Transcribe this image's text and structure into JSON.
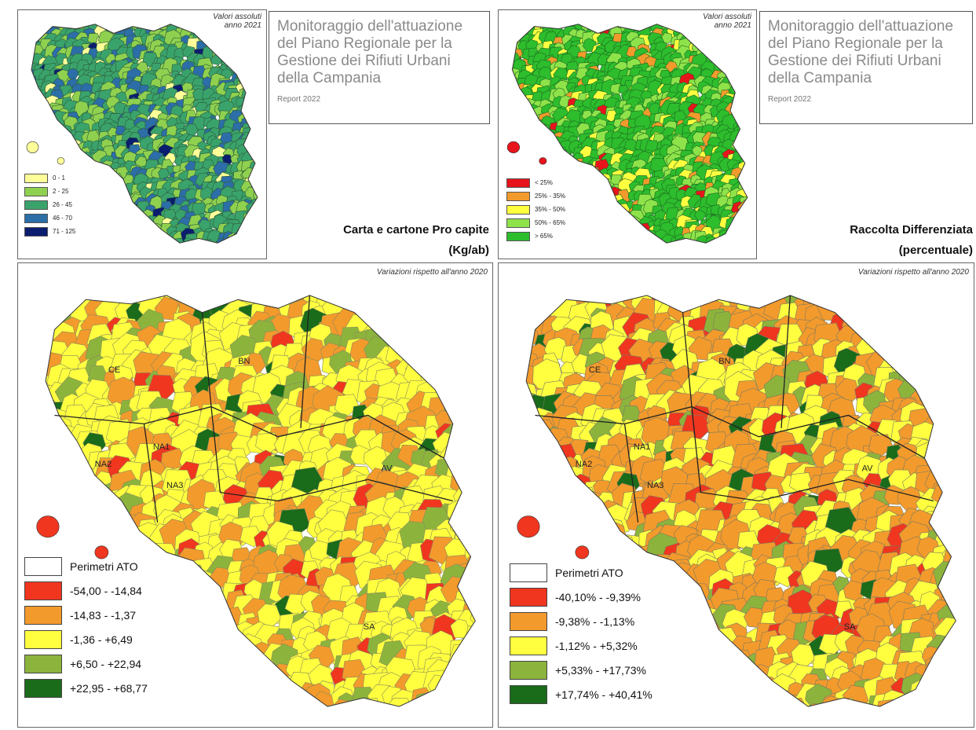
{
  "left": {
    "small_map": {
      "note": "Valori assoluti\nanno 2021",
      "legend": [
        {
          "label": "0 - 1",
          "color": "#ffff99"
        },
        {
          "label": "2 - 25",
          "color": "#8fd14f"
        },
        {
          "label": "26 - 45",
          "color": "#3aa36c"
        },
        {
          "label": "46 - 70",
          "color": "#2c6ea8"
        },
        {
          "label": "71 - 125",
          "color": "#0b1d6e"
        }
      ],
      "colors": [
        "#3aa36c",
        "#8fd14f",
        "#3aa36c",
        "#2c6ea8",
        "#3aa36c",
        "#ffff99",
        "#8fd14f",
        "#3aa36c"
      ]
    },
    "title_box": {
      "title": "Monitoraggio dell'attuazione\ndel Piano Regionale per la\nGestione dei Rifiuti Urbani\ndella Campania",
      "report": "Report 2022"
    },
    "map_title": {
      "line1": "Carta e cartone Pro capite",
      "line2": "(Kg/ab)"
    },
    "big_map": {
      "note": "Variazioni rispetto all'anno 2020",
      "ato_labels": [
        "CE",
        "BN",
        "AV",
        "NA1",
        "NA2",
        "NA3",
        "SA",
        "AV"
      ],
      "legend": [
        {
          "label": "Perimetri ATO",
          "color": "#ffffff"
        },
        {
          "label": "-54,00 - -14,84",
          "color": "#f0361f"
        },
        {
          "label": "-14,83 - -1,37",
          "color": "#f39a2c"
        },
        {
          "label": "-1,36 - +6,49",
          "color": "#ffff40"
        },
        {
          "label": "+6,50 - +22,94",
          "color": "#8cb43c"
        },
        {
          "label": "+22,95 - +68,77",
          "color": "#1a6b1a"
        }
      ]
    }
  },
  "right": {
    "small_map": {
      "note": "Valori assoluti\nanno 2021",
      "legend": [
        {
          "label": "< 25%",
          "color": "#e8141c"
        },
        {
          "label": "25% - 35%",
          "color": "#f39a2c"
        },
        {
          "label": "35% - 50%",
          "color": "#ffff40"
        },
        {
          "label": "50% - 65%",
          "color": "#8fe34a"
        },
        {
          "label": "> 65%",
          "color": "#2dbd2d"
        }
      ],
      "colors": [
        "#2dbd2d",
        "#8fe34a",
        "#2dbd2d",
        "#2dbd2d",
        "#ffff40",
        "#2dbd2d",
        "#f39a2c",
        "#8fe34a"
      ]
    },
    "title_box": {
      "title": "Monitoraggio dell'attuazione\ndel Piano Regionale per la\nGestione dei Rifiuti Urbani\ndella Campania",
      "report": "Report 2022"
    },
    "map_title": {
      "line1": "Raccolta Differenziata",
      "line2": "(percentuale)"
    },
    "big_map": {
      "note": "Variazioni rispetto all'anno 2020",
      "ato_labels": [
        "CE",
        "BN",
        "AV",
        "NA1",
        "NA2",
        "NA3",
        "SA",
        "AV"
      ],
      "legend": [
        {
          "label": "Perimetri ATO",
          "color": "#ffffff"
        },
        {
          "label": "-40,10% - -9,39%",
          "color": "#f0361f"
        },
        {
          "label": "-9,38% - -1,13%",
          "color": "#f39a2c"
        },
        {
          "label": "-1,12% - +5,32%",
          "color": "#ffff40"
        },
        {
          "label": "+5,33% - +17,73%",
          "color": "#8cb43c"
        },
        {
          "label": "+17,74% - +40,41%",
          "color": "#1a6b1a"
        }
      ]
    }
  }
}
